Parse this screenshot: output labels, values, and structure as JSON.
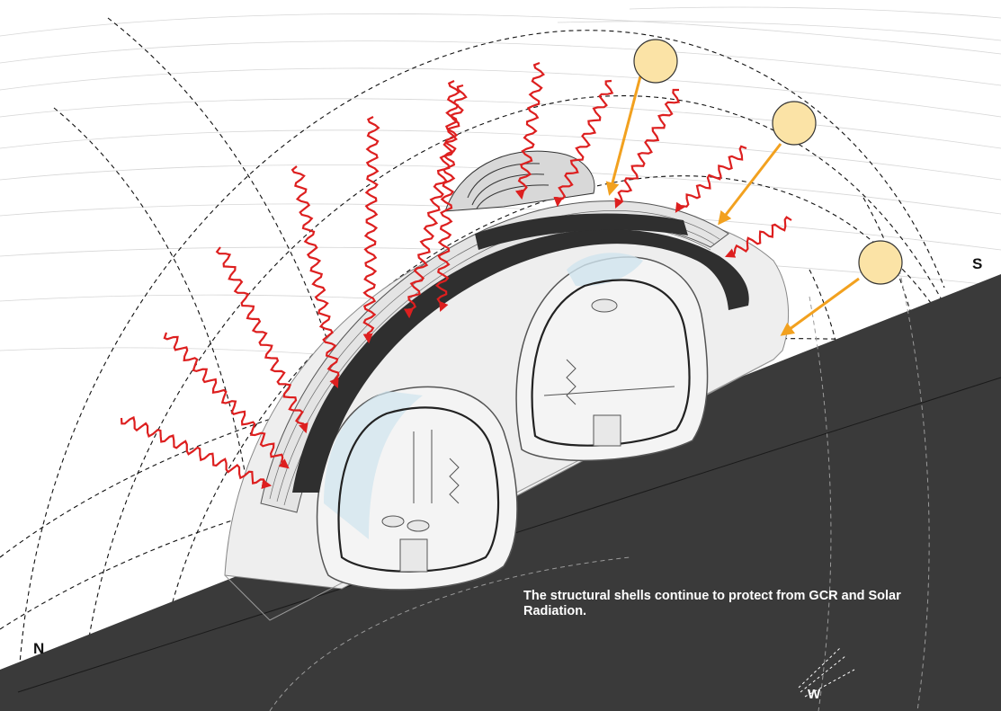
{
  "caption": "The structural shells continue to protect from GCR and Solar Radiation.",
  "directions": {
    "north": "N",
    "south": "S",
    "west": "W"
  },
  "colors": {
    "regolith": "#3a3a3a",
    "shell": "#2f2f2f",
    "radiation": "#dd1f1f",
    "solar_ray": "#f2a11f",
    "sun_fill": "#fbe3a6",
    "sun_stroke": "#333333",
    "glass": "#cfe4ee",
    "background": "#ffffff"
  },
  "icons": {
    "sun": "sun-icon",
    "gcr_wave": "gcr-radiation-arrow-icon",
    "solar_ray": "solar-ray-arrow-icon"
  }
}
